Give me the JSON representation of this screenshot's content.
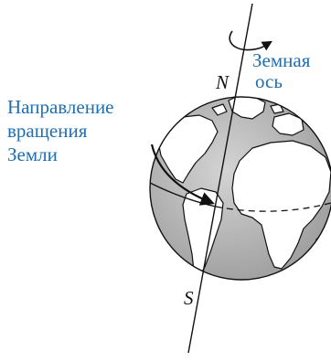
{
  "labels": {
    "earth_axis": [
      "Земная",
      "ось"
    ],
    "rotation_direction": [
      "Направление",
      "вращения",
      "Земли"
    ],
    "north_pole": "N",
    "south_pole": "S"
  },
  "colors": {
    "label_text": "#1f6fb3",
    "globe_fill": "#bdbdbd",
    "line": "#111111"
  }
}
